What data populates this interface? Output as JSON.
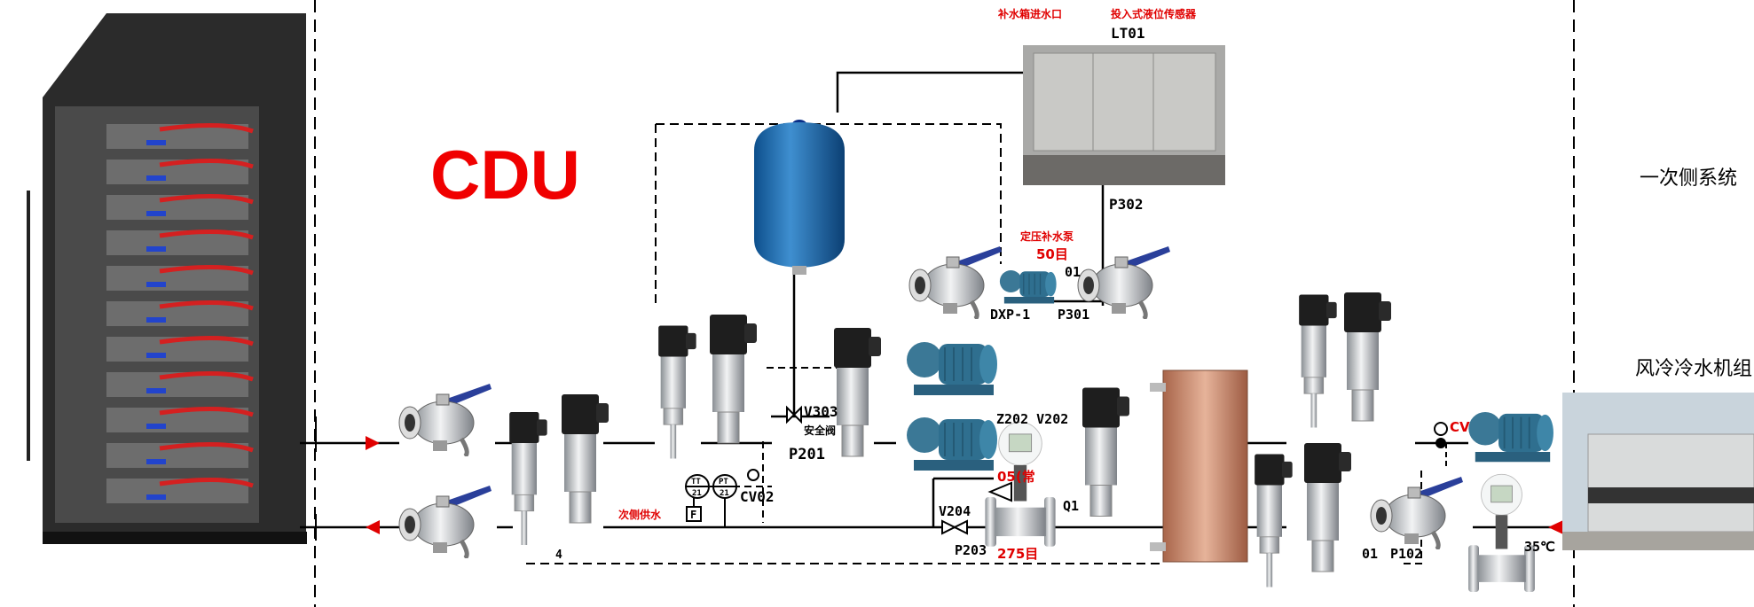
{
  "title": "CDU",
  "side_labels": {
    "primary_system": "一次侧系统",
    "air_cooled_chiller": "风冷冷水机组"
  },
  "tank": {
    "inlet_label": "补水箱进水口",
    "level_sensor_label": "投入式液位传感器",
    "level_tag": "LT01",
    "drain_tag": "P302"
  },
  "makeup_pump": {
    "label": "定压补水泵",
    "filter": "50目",
    "tag": "DXP-1",
    "valve_tag": "P301",
    "partial_tag": "01"
  },
  "tags": {
    "v303": "V303",
    "safety_valve": "安全阀",
    "p201": "P201",
    "cv02": "CV02",
    "tt_top": "TT",
    "tt_num": "21",
    "pt_top": "PT",
    "pt_num": "21",
    "f_box": "F",
    "secondary_supply": "次侧供水",
    "num4": "4",
    "z202_v202": "Z202  V202",
    "normal_open": "05(常",
    "v204": "V204",
    "p203": "P203",
    "filter_275": "275目",
    "q1": "Q1",
    "cv": "CV",
    "p102": "P102",
    "p101_partial": "01",
    "temp_35": "35℃"
  },
  "colors": {
    "accent_red": "#e00000",
    "pump_blue": "#2f6f8f",
    "valve_handle": "#2a3f9a",
    "tank_blue": "#1f66a8"
  }
}
